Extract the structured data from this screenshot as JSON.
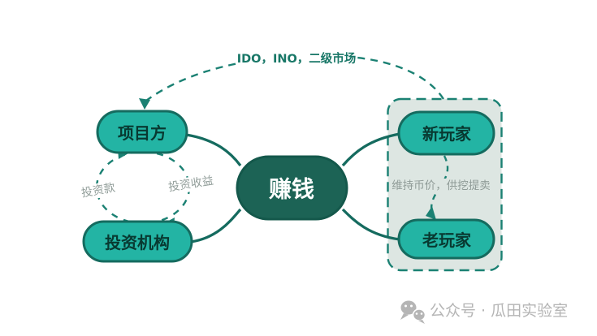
{
  "diagram": {
    "center_node": {
      "label": "赚钱"
    },
    "nodes": {
      "project": {
        "label": "项目方"
      },
      "investor": {
        "label": "投资机构"
      },
      "new_player": {
        "label": "新玩家"
      },
      "old_player": {
        "label": "老玩家"
      }
    },
    "edge_labels": {
      "top_arc": "IDO，INO，二级市场",
      "investment": "投资款",
      "returns": "投资收益",
      "maintain": "维持币价，供挖提卖"
    },
    "colors": {
      "node_fill": "#23b4a4",
      "node_stroke": "#156b5f",
      "center_fill": "#1c6355",
      "center_text": "#ffffff",
      "dashed_line": "#1b8173",
      "box_fill": "#dde6e2",
      "node_text": "#083931",
      "gray_label": "#929e9a",
      "watermark": "#b5b5b5",
      "background": "#ffffff"
    }
  },
  "watermark": {
    "icon": "wechat-icon",
    "text": "公众号 · 瓜田实验室"
  }
}
